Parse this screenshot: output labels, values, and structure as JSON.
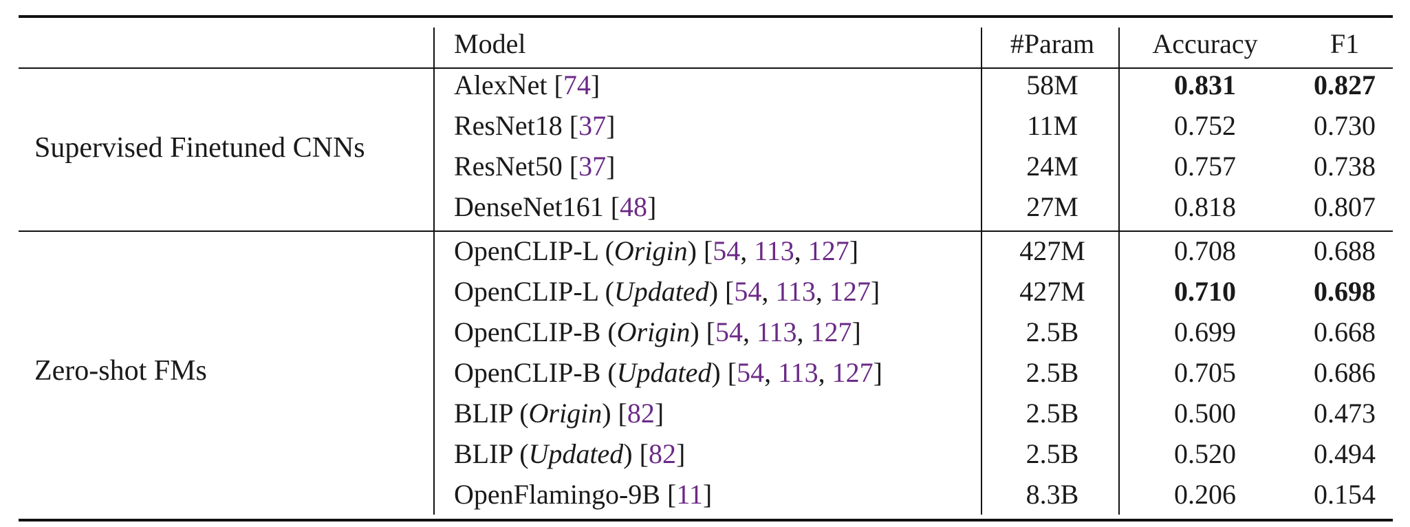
{
  "table": {
    "headers": {
      "model": "Model",
      "param": "#Param",
      "accuracy": "Accuracy",
      "f1": "F1"
    },
    "groups": [
      {
        "label": "Supervised Finetuned CNNs",
        "rows": [
          {
            "name": "AlexNet",
            "variant": "",
            "refs": [
              "74"
            ],
            "param": "58M",
            "accuracy": "0.831",
            "f1": "0.827",
            "bold": true
          },
          {
            "name": "ResNet18",
            "variant": "",
            "refs": [
              "37"
            ],
            "param": "11M",
            "accuracy": "0.752",
            "f1": "0.730",
            "bold": false
          },
          {
            "name": "ResNet50",
            "variant": "",
            "refs": [
              "37"
            ],
            "param": "24M",
            "accuracy": "0.757",
            "f1": "0.738",
            "bold": false
          },
          {
            "name": "DenseNet161",
            "variant": "",
            "refs": [
              "48"
            ],
            "param": "27M",
            "accuracy": "0.818",
            "f1": "0.807",
            "bold": false
          }
        ]
      },
      {
        "label": "Zero-shot FMs",
        "rows": [
          {
            "name": "OpenCLIP-L",
            "variant": "Origin",
            "refs": [
              "54",
              "113",
              "127"
            ],
            "param": "427M",
            "accuracy": "0.708",
            "f1": "0.688",
            "bold": false
          },
          {
            "name": "OpenCLIP-L",
            "variant": "Updated",
            "refs": [
              "54",
              "113",
              "127"
            ],
            "param": "427M",
            "accuracy": "0.710",
            "f1": "0.698",
            "bold": true
          },
          {
            "name": "OpenCLIP-B",
            "variant": "Origin",
            "refs": [
              "54",
              "113",
              "127"
            ],
            "param": "2.5B",
            "accuracy": "0.699",
            "f1": "0.668",
            "bold": false
          },
          {
            "name": "OpenCLIP-B",
            "variant": "Updated",
            "refs": [
              "54",
              "113",
              "127"
            ],
            "param": "2.5B",
            "accuracy": "0.705",
            "f1": "0.686",
            "bold": false
          },
          {
            "name": "BLIP",
            "variant": "Origin",
            "refs": [
              "82"
            ],
            "param": "2.5B",
            "accuracy": "0.500",
            "f1": "0.473",
            "bold": false
          },
          {
            "name": "BLIP",
            "variant": "Updated",
            "refs": [
              "82"
            ],
            "param": "2.5B",
            "accuracy": "0.520",
            "f1": "0.494",
            "bold": false
          },
          {
            "name": "OpenFlamingo-9B",
            "variant": "",
            "refs": [
              "11"
            ],
            "param": "8.3B",
            "accuracy": "0.206",
            "f1": "0.154",
            "bold": false
          }
        ]
      }
    ],
    "colors": {
      "text": "#1a1a1a",
      "citation": "#6b2a86",
      "rule": "#111111"
    }
  }
}
